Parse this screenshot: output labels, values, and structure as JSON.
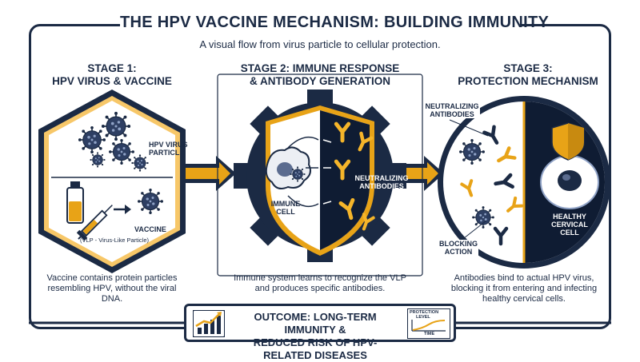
{
  "title": "THE HPV VACCINE MECHANISM: BUILDING IMMUNITY",
  "subtitle": "A visual flow from virus particle to cellular protection.",
  "stage1": {
    "heading_line1": "STAGE 1:",
    "heading_line2": "HPV VIRUS & VACCINE",
    "virus_label_line1": "HPV VIRUS",
    "virus_label_line2": "PARTICLE",
    "vaccine_label": "VACCINE",
    "vlp_label": "(VLP - Virus-Like Particle)",
    "desc_line1": "Vaccine contains protein particles",
    "desc_line2": "resembling HPV, without the viral DNA."
  },
  "stage2": {
    "heading_line1": "STAGE 2: IMMUNE RESPONSE",
    "heading_line2": "& ANTIBODY GENERATION",
    "immune_cell_line1": "IMMUNE",
    "immune_cell_line2": "CELL",
    "antibodies_line1": "NEUTRALIZING",
    "antibodies_line2": "ANTIBODIES",
    "desc_line1": "Immune system learns to recognize the VLP",
    "desc_line2": "and produces specific antibodies."
  },
  "stage3": {
    "heading_line1": "STAGE 3:",
    "heading_line2": "PROTECTION MECHANISM",
    "antibodies_line1": "NEUTRALIZING",
    "antibodies_line2": "ANTIBODIES",
    "healthy_line1": "HEALTHY",
    "healthy_line2": "CERVICAL",
    "healthy_line3": "CELL",
    "blocking_line1": "BLOCKING",
    "blocking_line2": "ACTION",
    "desc_line1": "Antibodies bind to actual HPV virus,",
    "desc_line2": "blocking it from entering and infecting",
    "desc_line3": "healthy cervical cells."
  },
  "outcome": {
    "line1": "OUTCOME: LONG-TERM IMMUNITY &",
    "line2": "REDUCED RISK OF HPV-RELATED DISEASES",
    "graph_label_line1": "PROTECTION",
    "graph_label_line2": "LEVEL",
    "graph_axis": "TIME"
  },
  "colors": {
    "navy": "#1b2a44",
    "gold": "#e8a317",
    "light_gold": "#f5d58a",
    "dark_panel": "#0f1c33"
  },
  "icons": [
    "virus-icon",
    "vaccine-vial-icon",
    "syringe-icon",
    "immune-cell-icon",
    "antibody-icon",
    "shield-icon",
    "healthy-cell-icon",
    "growth-chart-icon",
    "protection-graph-icon",
    "flow-arrow-icon"
  ]
}
